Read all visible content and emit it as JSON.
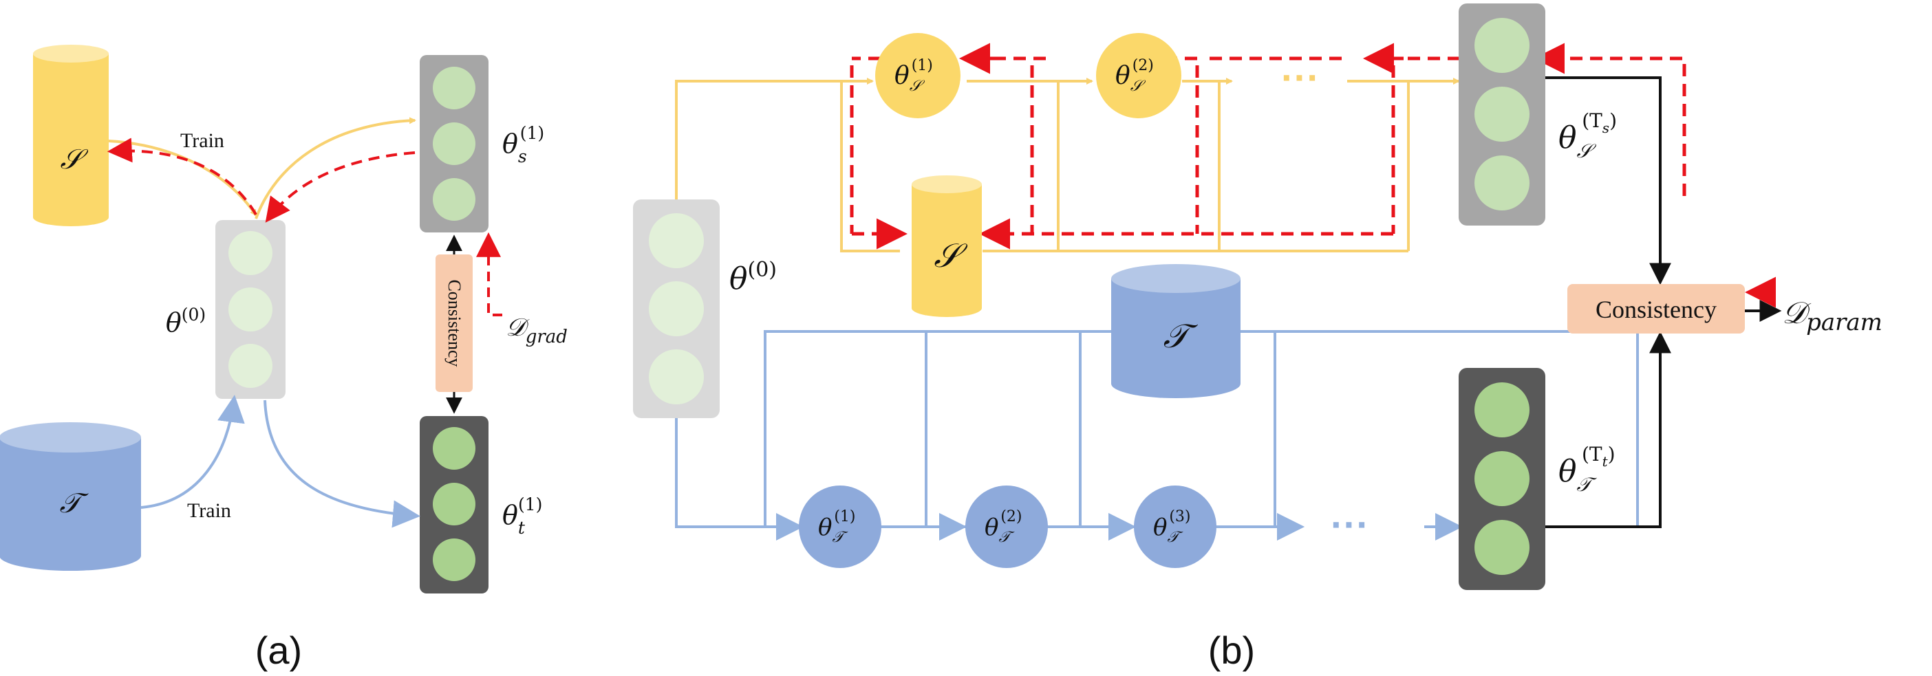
{
  "panel_a": {
    "caption": "(a)",
    "source_db_label": "𝒮",
    "target_db_label": "𝒯",
    "train_top": "Train",
    "train_bottom": "Train",
    "theta0": {
      "base": "θ",
      "sup": "(0)"
    },
    "theta_s1": {
      "base": "θ",
      "sub": "s",
      "sup": "(1)"
    },
    "theta_t1": {
      "base": "θ",
      "sub": "t",
      "sup": "(1)"
    },
    "consistency": "Consistency",
    "d_grad": {
      "base": "𝒟",
      "sub": "grad"
    }
  },
  "panel_b": {
    "caption": "(b)",
    "source_db_label": "𝒮",
    "target_db_label": "𝒯",
    "theta0": {
      "base": "θ",
      "sup": "(0)"
    },
    "source_nodes": [
      {
        "base": "θ",
        "sub": "𝒮",
        "sup": "(1)"
      },
      {
        "base": "θ",
        "sub": "𝒮",
        "sup": "(2)"
      }
    ],
    "target_nodes": [
      {
        "base": "θ",
        "sub": "𝒯",
        "sup": "(1)"
      },
      {
        "base": "θ",
        "sub": "𝒯",
        "sup": "(2)"
      },
      {
        "base": "θ",
        "sub": "𝒯",
        "sup": "(3)"
      }
    ],
    "ellipsis": "···",
    "theta_s_final": {
      "base": "θ",
      "sub": "𝒮",
      "sup": "(T",
      "sup_sub": "s",
      "sup_end": ")"
    },
    "theta_t_final": {
      "base": "θ",
      "sub": "𝒯",
      "sup": "(T",
      "sup_sub": "t",
      "sup_end": ")"
    },
    "consistency": "Consistency",
    "d_param": {
      "base": "𝒟",
      "sub": "param"
    }
  },
  "colors": {
    "yellow": "#FBD86A",
    "yellow_line": "#F8D170",
    "blue": "#8EAADB",
    "blue_line": "#94B2DF",
    "red": "#E8131B",
    "light_gray": "#D9D9D9",
    "mid_gray": "#A6A6A6",
    "dark_gray": "#595959",
    "node_pale": "#E2F0D9",
    "node_light": "#C5E0B4",
    "node_green": "#A9D18E",
    "consistency_fill": "#F8CBAD"
  }
}
